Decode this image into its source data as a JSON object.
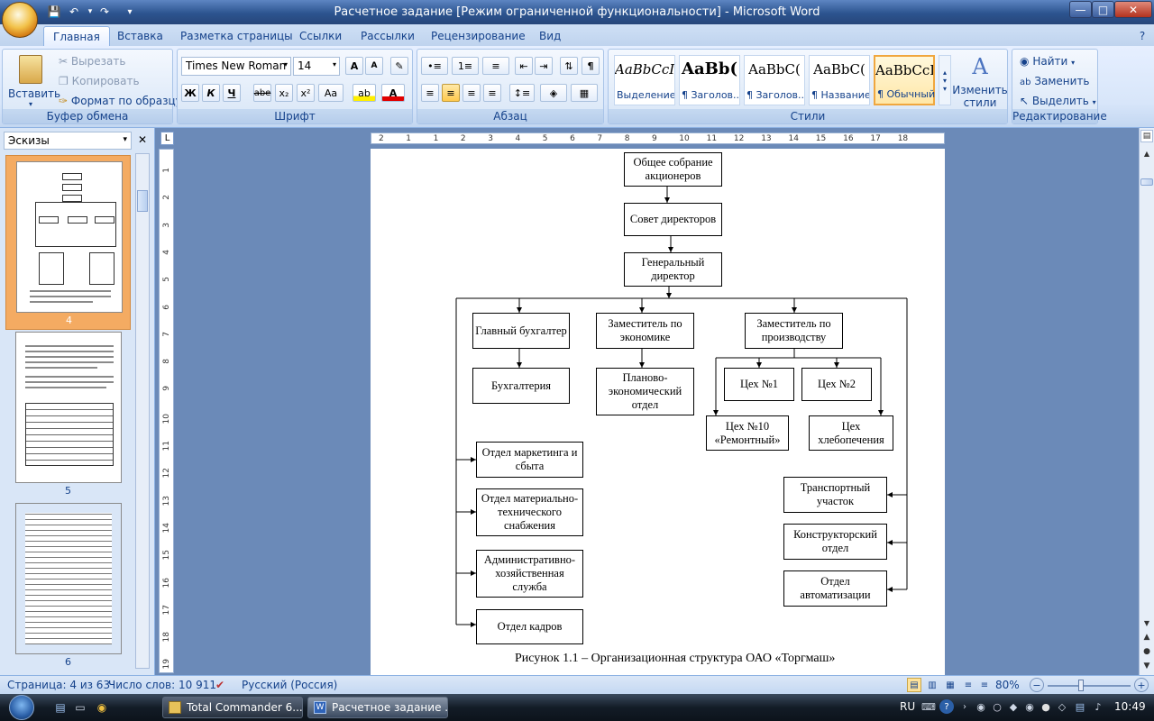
{
  "window": {
    "title": "Расчетное задание [Режим ограниченной функциональности] - Microsoft Word"
  },
  "tabs": [
    "Главная",
    "Вставка",
    "Разметка страницы",
    "Ссылки",
    "Рассылки",
    "Рецензирование",
    "Вид"
  ],
  "ribbon": {
    "clipboard": {
      "label": "Буфер обмена",
      "paste": "Вставить",
      "cut": "Вырезать",
      "copy": "Копировать",
      "format_painter": "Формат по образцу"
    },
    "font": {
      "label": "Шрифт",
      "name": "Times New Roman",
      "size": "14",
      "bold": "Ж",
      "italic": "К",
      "underline": "Ч",
      "strike": "abe",
      "sub": "x₂",
      "sup": "x²",
      "case": "Aa",
      "grow": "A",
      "shrink": "A"
    },
    "paragraph": {
      "label": "Абзац",
      "pilcrow": "¶"
    },
    "styles": {
      "label": "Стили",
      "items": [
        {
          "sample": "AaBbCcI",
          "name": "Выделение"
        },
        {
          "sample": "AaBb(",
          "name": "¶ Заголов..."
        },
        {
          "sample": "AaBbC(",
          "name": "¶ Заголов..."
        },
        {
          "sample": "AaBbC(",
          "name": "¶ Название"
        },
        {
          "sample": "AaBbCcI",
          "name": "¶ Обычный"
        }
      ],
      "change_line1": "Изменить",
      "change_line2": "стили"
    },
    "editing": {
      "label": "Редактирование",
      "find": "Найти",
      "replace": "Заменить",
      "select": "Выделить"
    }
  },
  "pane": {
    "title": "Эскизы",
    "pages": [
      "4",
      "5",
      "6"
    ]
  },
  "ruler": {
    "h_ticks": [
      "2",
      "1",
      "1",
      "2",
      "3",
      "4",
      "5",
      "6",
      "7",
      "8",
      "9",
      "10",
      "11",
      "12",
      "13",
      "14",
      "15",
      "16",
      "17",
      "18"
    ],
    "v_ticks": [
      "1",
      "2",
      "3",
      "4",
      "5",
      "6",
      "7",
      "8",
      "9",
      "10",
      "11",
      "12",
      "13",
      "14",
      "15",
      "16",
      "17",
      "18",
      "19"
    ]
  },
  "orgchart": {
    "shareholders": "Общее собрание акционеров",
    "board": "Совет директоров",
    "gm": "Генеральный директор",
    "chief_accountant": "Главный бухгалтер",
    "deputy_econ": "Заместитель по экономике",
    "deputy_prod": "Заместитель по производству",
    "accounting": "Бухгалтерия",
    "planning": "Планово-экономический отдел",
    "shop1": "Цех №1",
    "shop2": "Цех №2",
    "shop10": "Цех №10 «Ремонтный»",
    "bakery": "Цех хлебопечения",
    "marketing": "Отдел маркетинга и сбыта",
    "supply": "Отдел материально-технического снабжения",
    "admin": "Административно-хозяйственная служба",
    "hr": "Отдел кадров",
    "transport": "Транспортный участок",
    "design": "Конструкторский отдел",
    "automation": "Отдел автоматизации",
    "caption": "Рисунок 1.1 – Организационная структура ОАО «Торгмаш»"
  },
  "status": {
    "page": "Страница: 4 из 63",
    "words": "Число слов: 10 911",
    "language": "Русский (Россия)",
    "zoom": "80%"
  },
  "taskbar": {
    "items": [
      "Total Commander 6....",
      "Расчетное задание ..."
    ],
    "lang": "RU",
    "time": "10:49"
  },
  "colors": {
    "accent": "#15428b",
    "ribbon": "#dbe7f7",
    "selected_thumb": "#f4ab62"
  }
}
